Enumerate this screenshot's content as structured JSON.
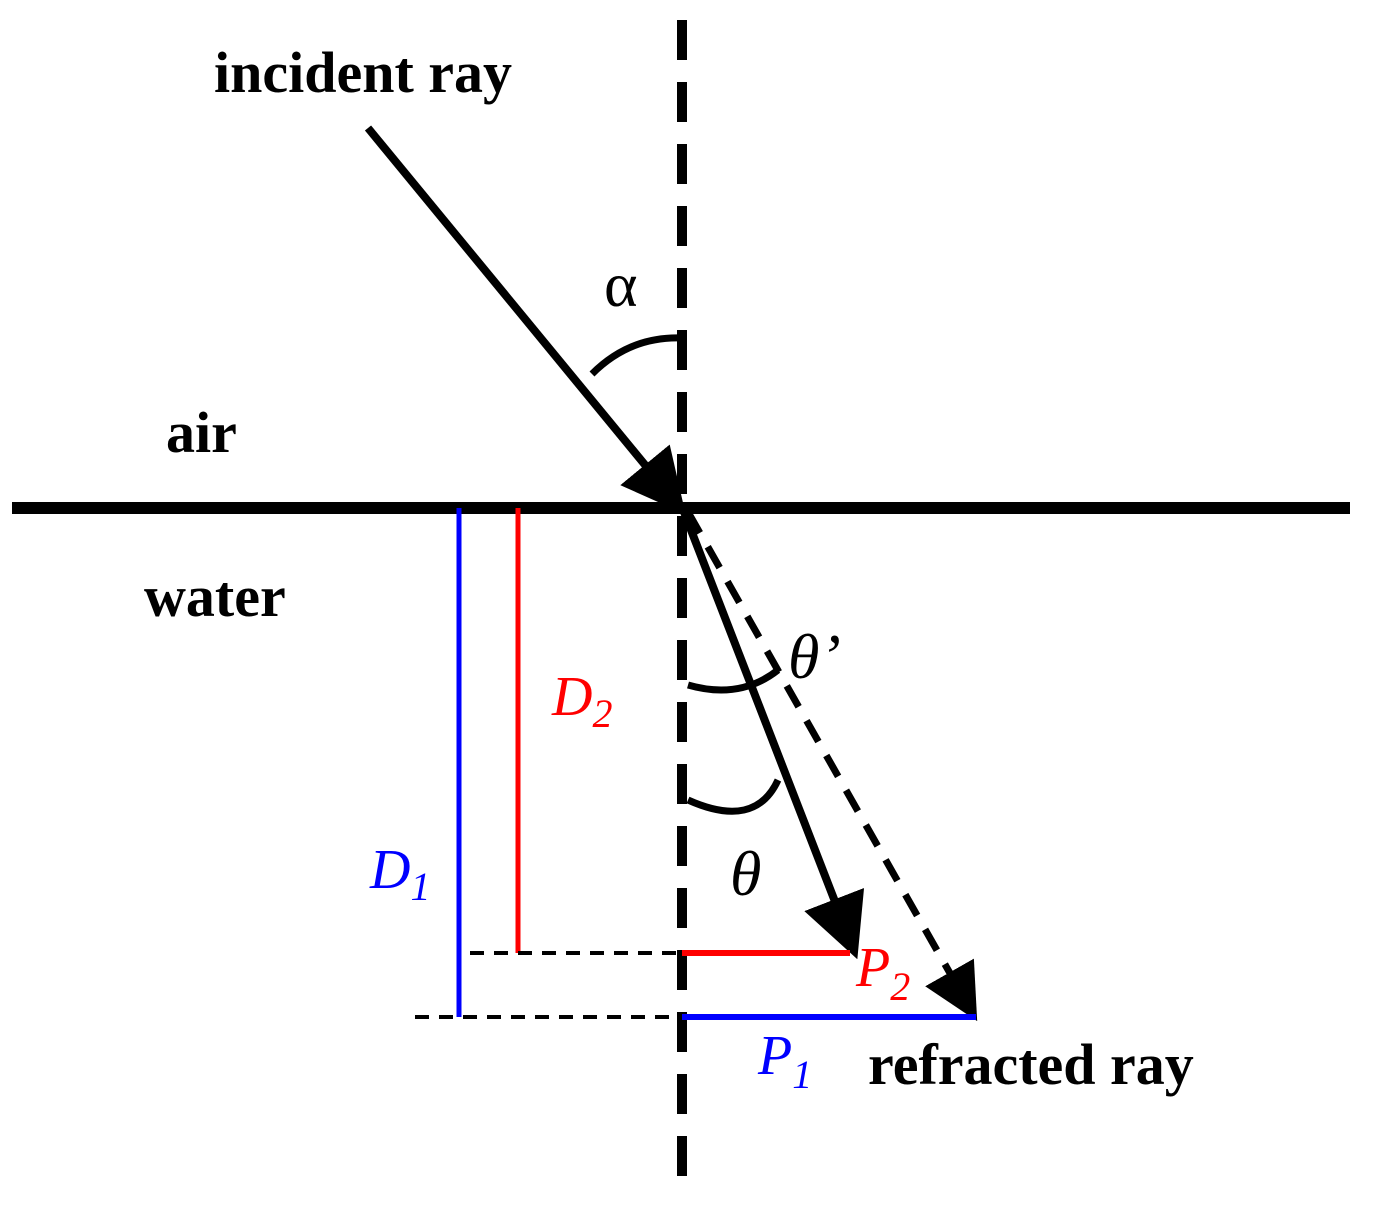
{
  "labels": {
    "incident_ray": "incident ray",
    "air": "air",
    "water": "water",
    "refracted_ray": "refracted ray",
    "alpha": "α",
    "theta": "θ",
    "theta_prime": "θ’"
  },
  "distances": {
    "d1": {
      "letter": "D",
      "sub": "1"
    },
    "d2": {
      "letter": "D",
      "sub": "2"
    },
    "p1": {
      "letter": "P",
      "sub": "1"
    },
    "p2": {
      "letter": "P",
      "sub": "2"
    }
  },
  "colors": {
    "ink": "#000000",
    "depth_1": "#0000ff",
    "depth_2": "#ff0000"
  }
}
